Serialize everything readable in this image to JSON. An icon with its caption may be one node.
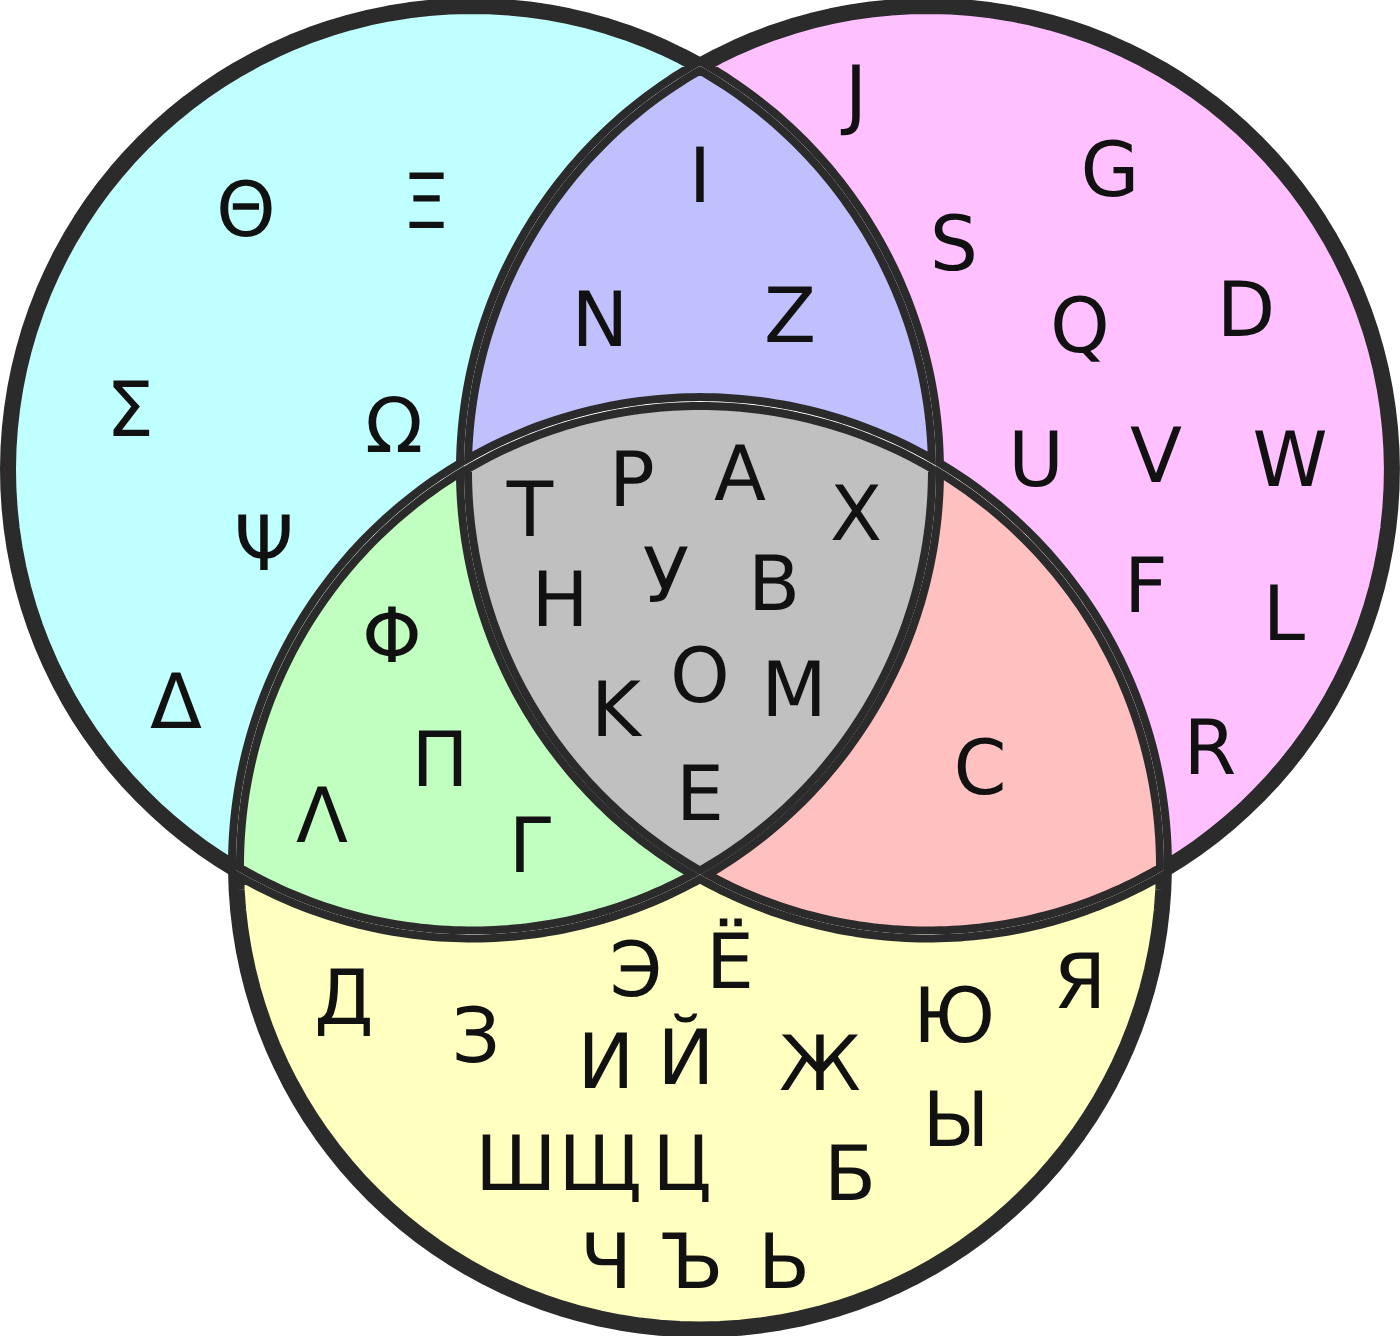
{
  "diagram": {
    "nodes": [
      {
        "text": [
          "Θ",
          "Ξ",
          "Σ",
          "Ω",
          "Ψ",
          "Δ"
        ]
      },
      {
        "text": [
          "I",
          "N",
          "Z"
        ]
      },
      {
        "text": [
          "J",
          "G",
          "S",
          "Q",
          "D",
          "U",
          "V",
          "W",
          "F",
          "L",
          "R"
        ]
      },
      {
        "text": [
          "T",
          "P",
          "A",
          "X",
          "H",
          "У",
          "B",
          "K",
          "O",
          "M",
          "E"
        ]
      },
      {
        "text": [
          "Φ",
          "Π",
          "Λ",
          "Γ"
        ]
      },
      {
        "text": [
          "C"
        ]
      },
      {
        "text": [
          "Д",
          "Э",
          "Ё",
          "Ю",
          "Я",
          "З",
          "И",
          "Й",
          "Ж",
          "Ы",
          "Ш",
          "Щ",
          "Ц",
          "Б",
          "Ч",
          "Ъ",
          "Ь"
        ]
      }
    ]
  }
}
